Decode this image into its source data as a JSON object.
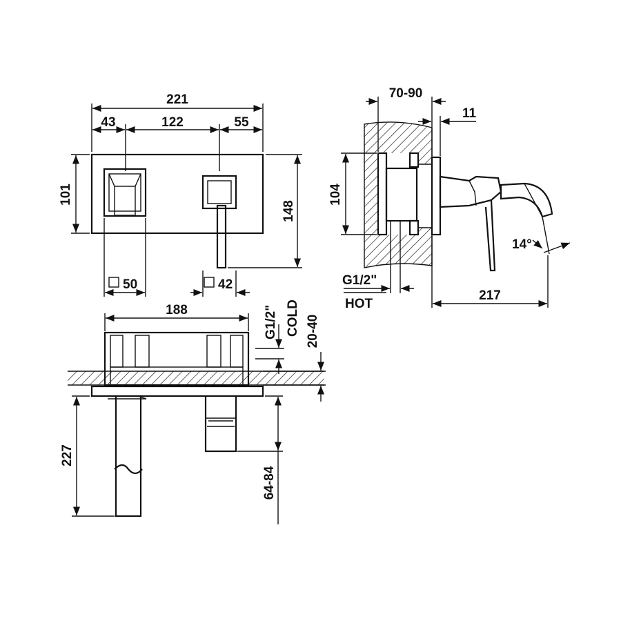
{
  "front_view": {
    "width_total": "221",
    "left_offset": "43",
    "center_spacing": "122",
    "right_offset": "55",
    "body_height": "101",
    "overall_height": "148",
    "left_square": "50",
    "right_square": "42"
  },
  "side_view": {
    "wall_depth": "70-90",
    "plate_thickness": "11",
    "body_height": "104",
    "spout_angle": "14°",
    "projection": "217",
    "hot_inlet_size": "G1/2\"",
    "hot_inlet_label": "HOT"
  },
  "top_view": {
    "width": "188",
    "cold_inlet_size": "G1/2\"",
    "cold_inlet_label": "COLD",
    "wall_range": "20-40",
    "spout_length": "227",
    "handle_range": "64-84"
  }
}
